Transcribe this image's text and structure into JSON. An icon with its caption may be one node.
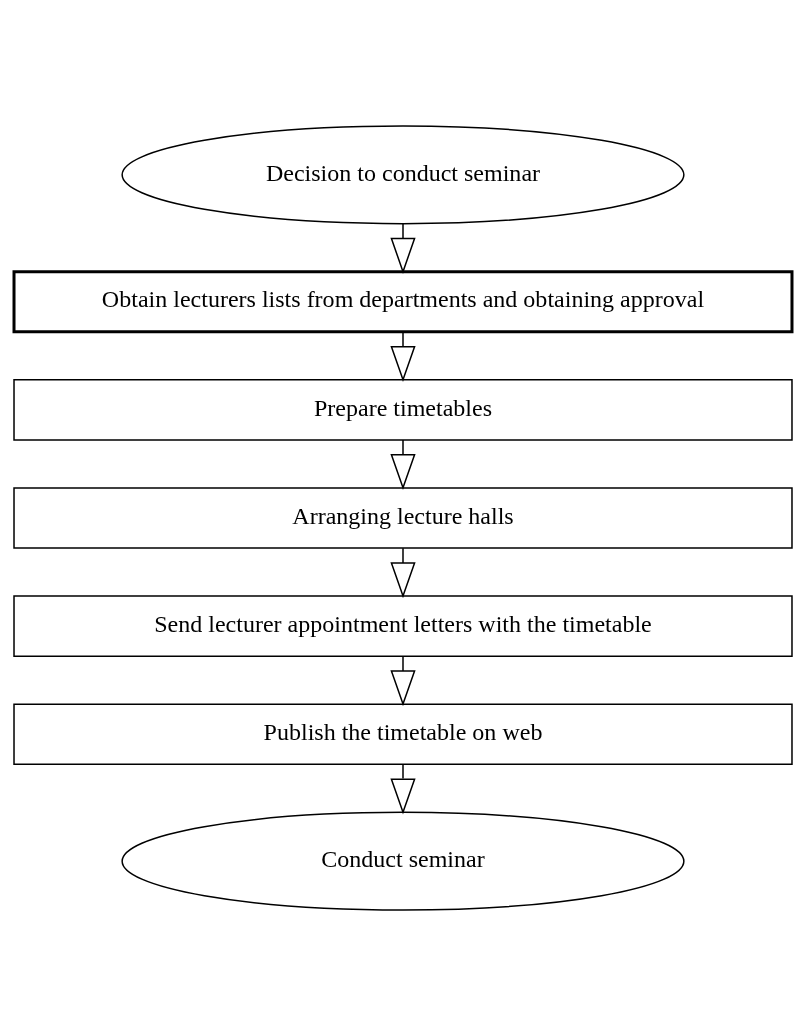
{
  "diagram": {
    "nodes": [
      {
        "text": [
          "Decision to conduct seminar"
        ]
      },
      {
        "text": [
          "Obtain lecturers lists from departments and obtaining approval"
        ]
      },
      {
        "text": [
          "Prepare timetables"
        ]
      },
      {
        "text": [
          "Arranging lecture halls"
        ]
      },
      {
        "text": [
          "Send lecturer appointment letters with the timetable"
        ]
      },
      {
        "text": [
          "Publish the timetable on web"
        ]
      },
      {
        "text": [
          "Conduct seminar"
        ]
      }
    ],
    "edges": [
      {
        "from": 0,
        "to": 1,
        "arrow": "to"
      },
      {
        "from": 1,
        "to": 2,
        "arrow": "to"
      },
      {
        "from": 2,
        "to": 3,
        "arrow": "to"
      },
      {
        "from": 3,
        "to": 4,
        "arrow": "to"
      },
      {
        "from": 4,
        "to": 5,
        "arrow": "to"
      },
      {
        "from": 5,
        "to": 6,
        "arrow": "to"
      }
    ]
  }
}
